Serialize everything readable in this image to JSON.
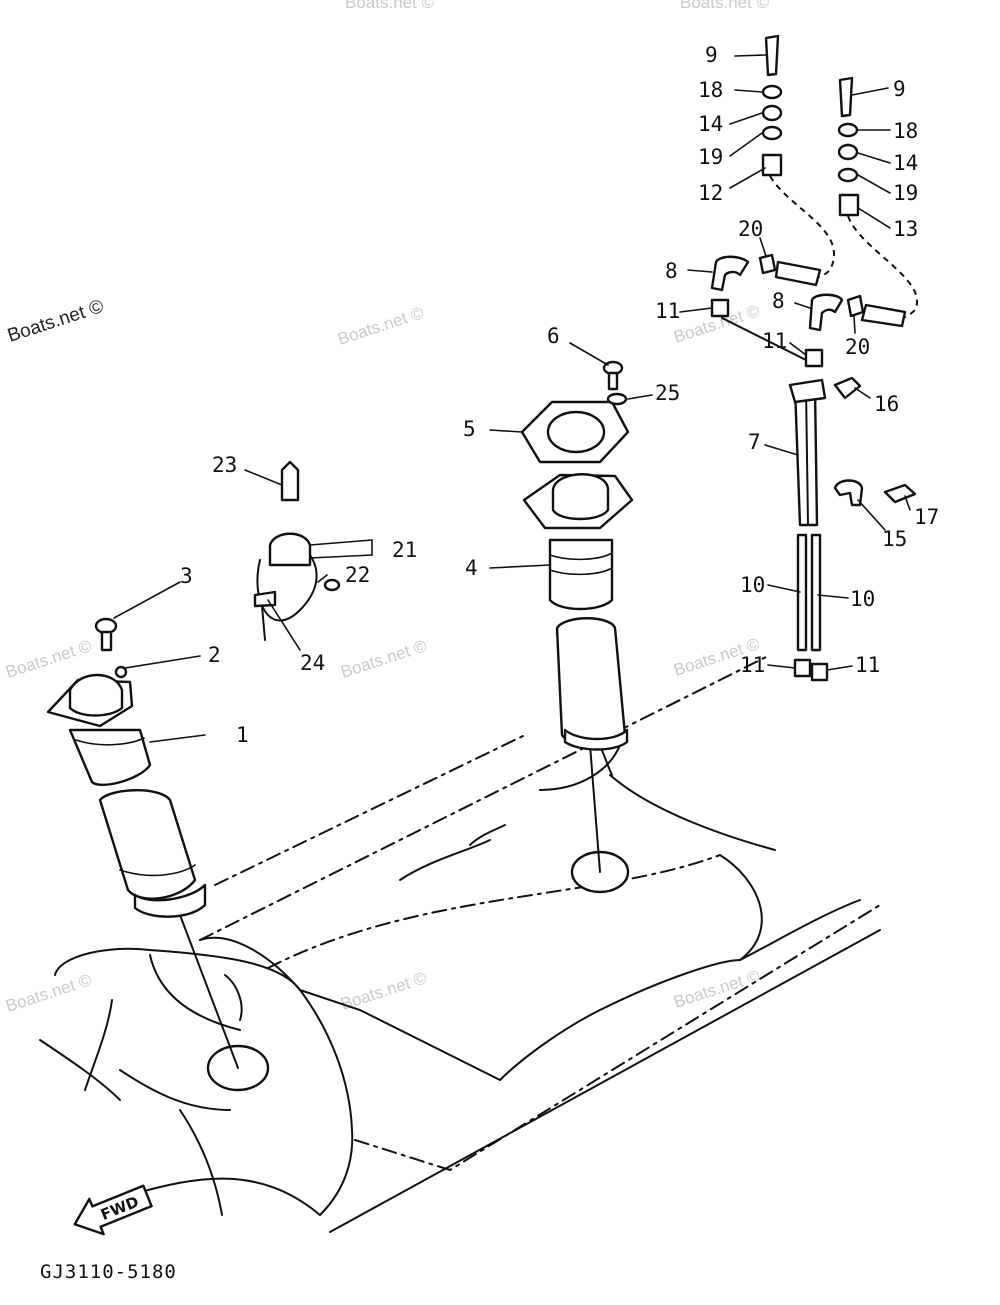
{
  "diagram_code": "GJ3110-5180",
  "watermark_main": "Boats.net ©",
  "watermark_faint": "Boats.net ©",
  "direction_label": "FWD",
  "callouts": [
    {
      "id": "c1",
      "label": "1"
    },
    {
      "id": "c2",
      "label": "2"
    },
    {
      "id": "c3",
      "label": "3"
    },
    {
      "id": "c4",
      "label": "4"
    },
    {
      "id": "c5",
      "label": "5"
    },
    {
      "id": "c6",
      "label": "6"
    },
    {
      "id": "c7",
      "label": "7"
    },
    {
      "id": "c8a",
      "label": "8"
    },
    {
      "id": "c8b",
      "label": "8"
    },
    {
      "id": "c9a",
      "label": "9"
    },
    {
      "id": "c9b",
      "label": "9"
    },
    {
      "id": "c10a",
      "label": "10"
    },
    {
      "id": "c10b",
      "label": "10"
    },
    {
      "id": "c11a",
      "label": "11"
    },
    {
      "id": "c11b",
      "label": "11"
    },
    {
      "id": "c11c",
      "label": "11"
    },
    {
      "id": "c11d",
      "label": "11"
    },
    {
      "id": "c12",
      "label": "12"
    },
    {
      "id": "c13",
      "label": "13"
    },
    {
      "id": "c14a",
      "label": "14"
    },
    {
      "id": "c14b",
      "label": "14"
    },
    {
      "id": "c15",
      "label": "15"
    },
    {
      "id": "c16",
      "label": "16"
    },
    {
      "id": "c17",
      "label": "17"
    },
    {
      "id": "c18a",
      "label": "18"
    },
    {
      "id": "c18b",
      "label": "18"
    },
    {
      "id": "c19a",
      "label": "19"
    },
    {
      "id": "c19b",
      "label": "19"
    },
    {
      "id": "c20a",
      "label": "20"
    },
    {
      "id": "c20b",
      "label": "20"
    },
    {
      "id": "c21",
      "label": "21"
    },
    {
      "id": "c22",
      "label": "22"
    },
    {
      "id": "c23",
      "label": "23"
    },
    {
      "id": "c24",
      "label": "24"
    },
    {
      "id": "c25",
      "label": "25"
    }
  ]
}
